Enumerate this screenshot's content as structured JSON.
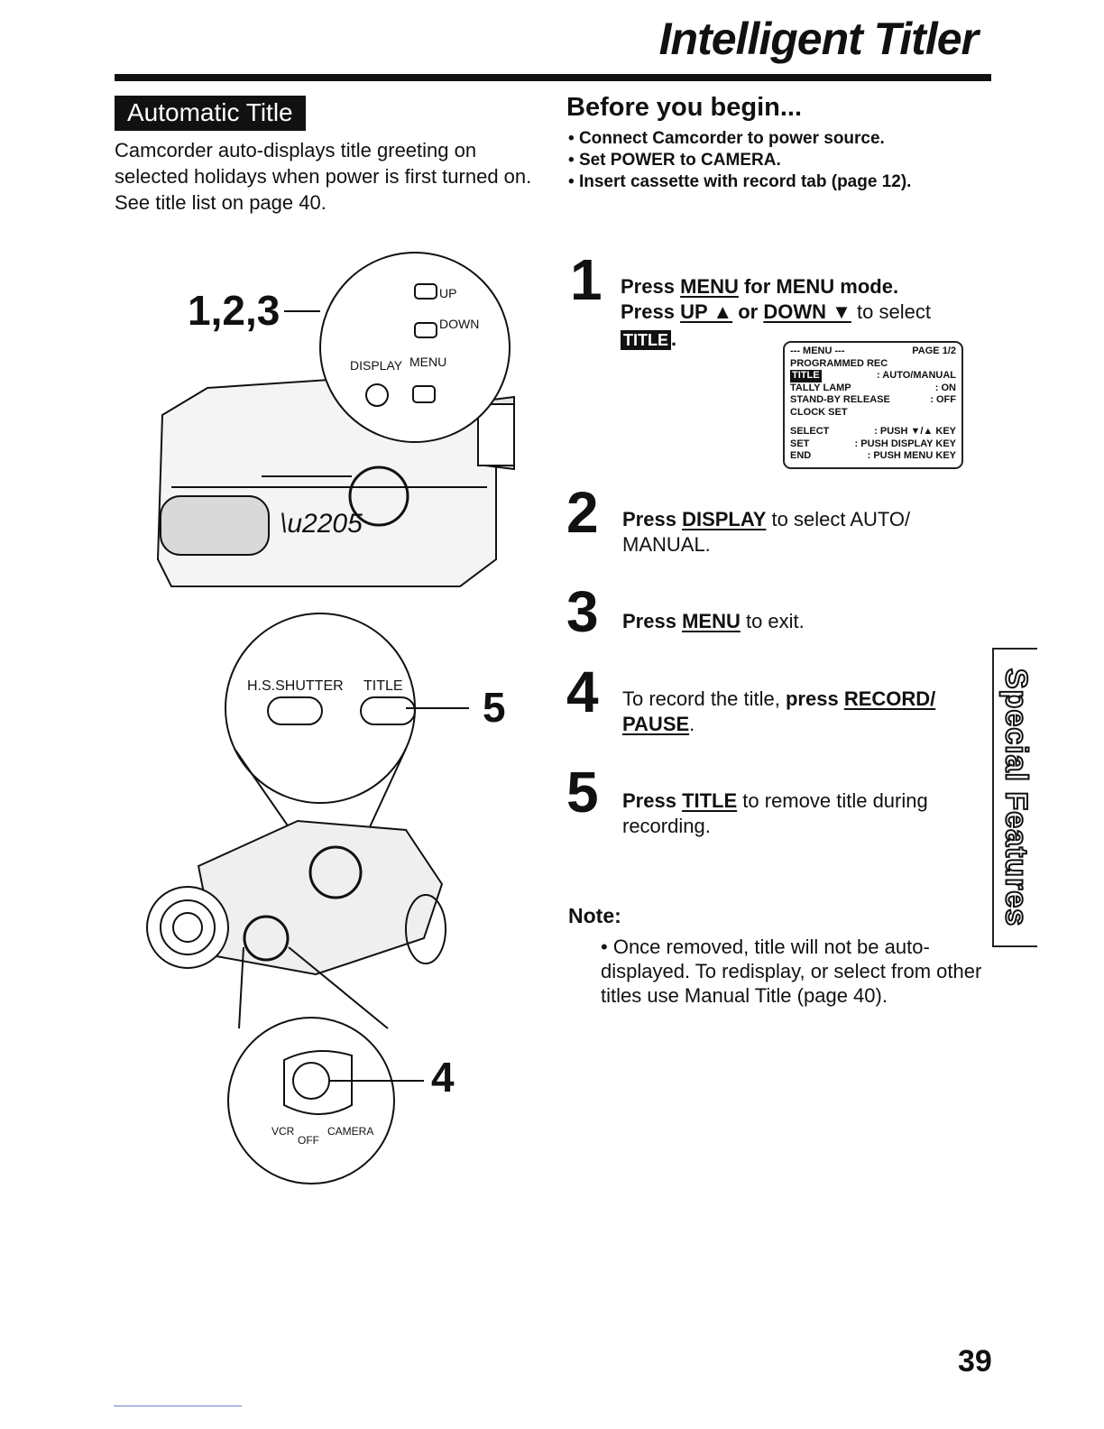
{
  "header": {
    "title": "Intelligent Titler"
  },
  "section": {
    "badge": "Automatic Title"
  },
  "intro": "Camcorder auto-displays title greeting on selected holidays when power is first turned on. See title list on page 40.",
  "before_you_begin": {
    "heading": "Before you begin...",
    "items": [
      "Connect Camcorder to power source.",
      "Set POWER to CAMERA.",
      "Insert cassette with record tab (page 12)."
    ]
  },
  "steps": [
    {
      "number": "1",
      "line1_a": "Press ",
      "line1_key": "MENU",
      "line1_b": " for MENU mode.",
      "line2_a": "Press ",
      "line2_key1": "UP ▲",
      "line2_mid": " or ",
      "line2_key2": "DOWN ▼",
      "line2_b": " to select",
      "chip": "TITLE"
    },
    {
      "number": "2",
      "a": "Press ",
      "key": "DISPLAY",
      "b": " to select AUTO/ MANUAL."
    },
    {
      "number": "3",
      "a": "Press ",
      "key": "MENU",
      "b": " to exit."
    },
    {
      "number": "4",
      "a": "To record the title, ",
      "bold": "press ",
      "key": "RECORD/ PAUSE",
      "b": "."
    },
    {
      "number": "5",
      "a": "Press ",
      "key": "TITLE",
      "b": " to remove title during recording."
    }
  ],
  "menu_screen": {
    "header_left": "--- MENU ---",
    "header_right": "PAGE 1/2",
    "rows": [
      {
        "label": "PROGRAMMED REC",
        "value": ""
      },
      {
        "label": "TITLE",
        "value": ": AUTO/MANUAL"
      },
      {
        "label": "TALLY LAMP",
        "value": ": ON"
      },
      {
        "label": "STAND-BY RELEASE",
        "value": ": OFF"
      },
      {
        "label": "CLOCK SET",
        "value": ""
      }
    ],
    "footer": [
      {
        "label": "SELECT",
        "value": ": PUSH ▼/▲ KEY"
      },
      {
        "label": "SET",
        "value": ": PUSH DISPLAY KEY"
      },
      {
        "label": "END",
        "value": ": PUSH MENU KEY"
      }
    ]
  },
  "illustration": {
    "callout_top": "1,2,3",
    "up_label": "UP",
    "down_label": "DOWN",
    "display_label": "DISPLAY",
    "menu_label": "MENU",
    "hs_shutter_label": "H.S.SHUTTER",
    "title_label": "TITLE",
    "callout_mid": "5",
    "callout_bottom": "4",
    "vcr_label": "VCR",
    "off_label": "OFF",
    "camera_label": "CAMERA"
  },
  "side_tab": "Special Features",
  "note": {
    "heading": "Note:",
    "text": "Once removed, title will not be auto-displayed. To redisplay, or select from other titles use Manual Title (page 40)."
  },
  "page_number": "39"
}
